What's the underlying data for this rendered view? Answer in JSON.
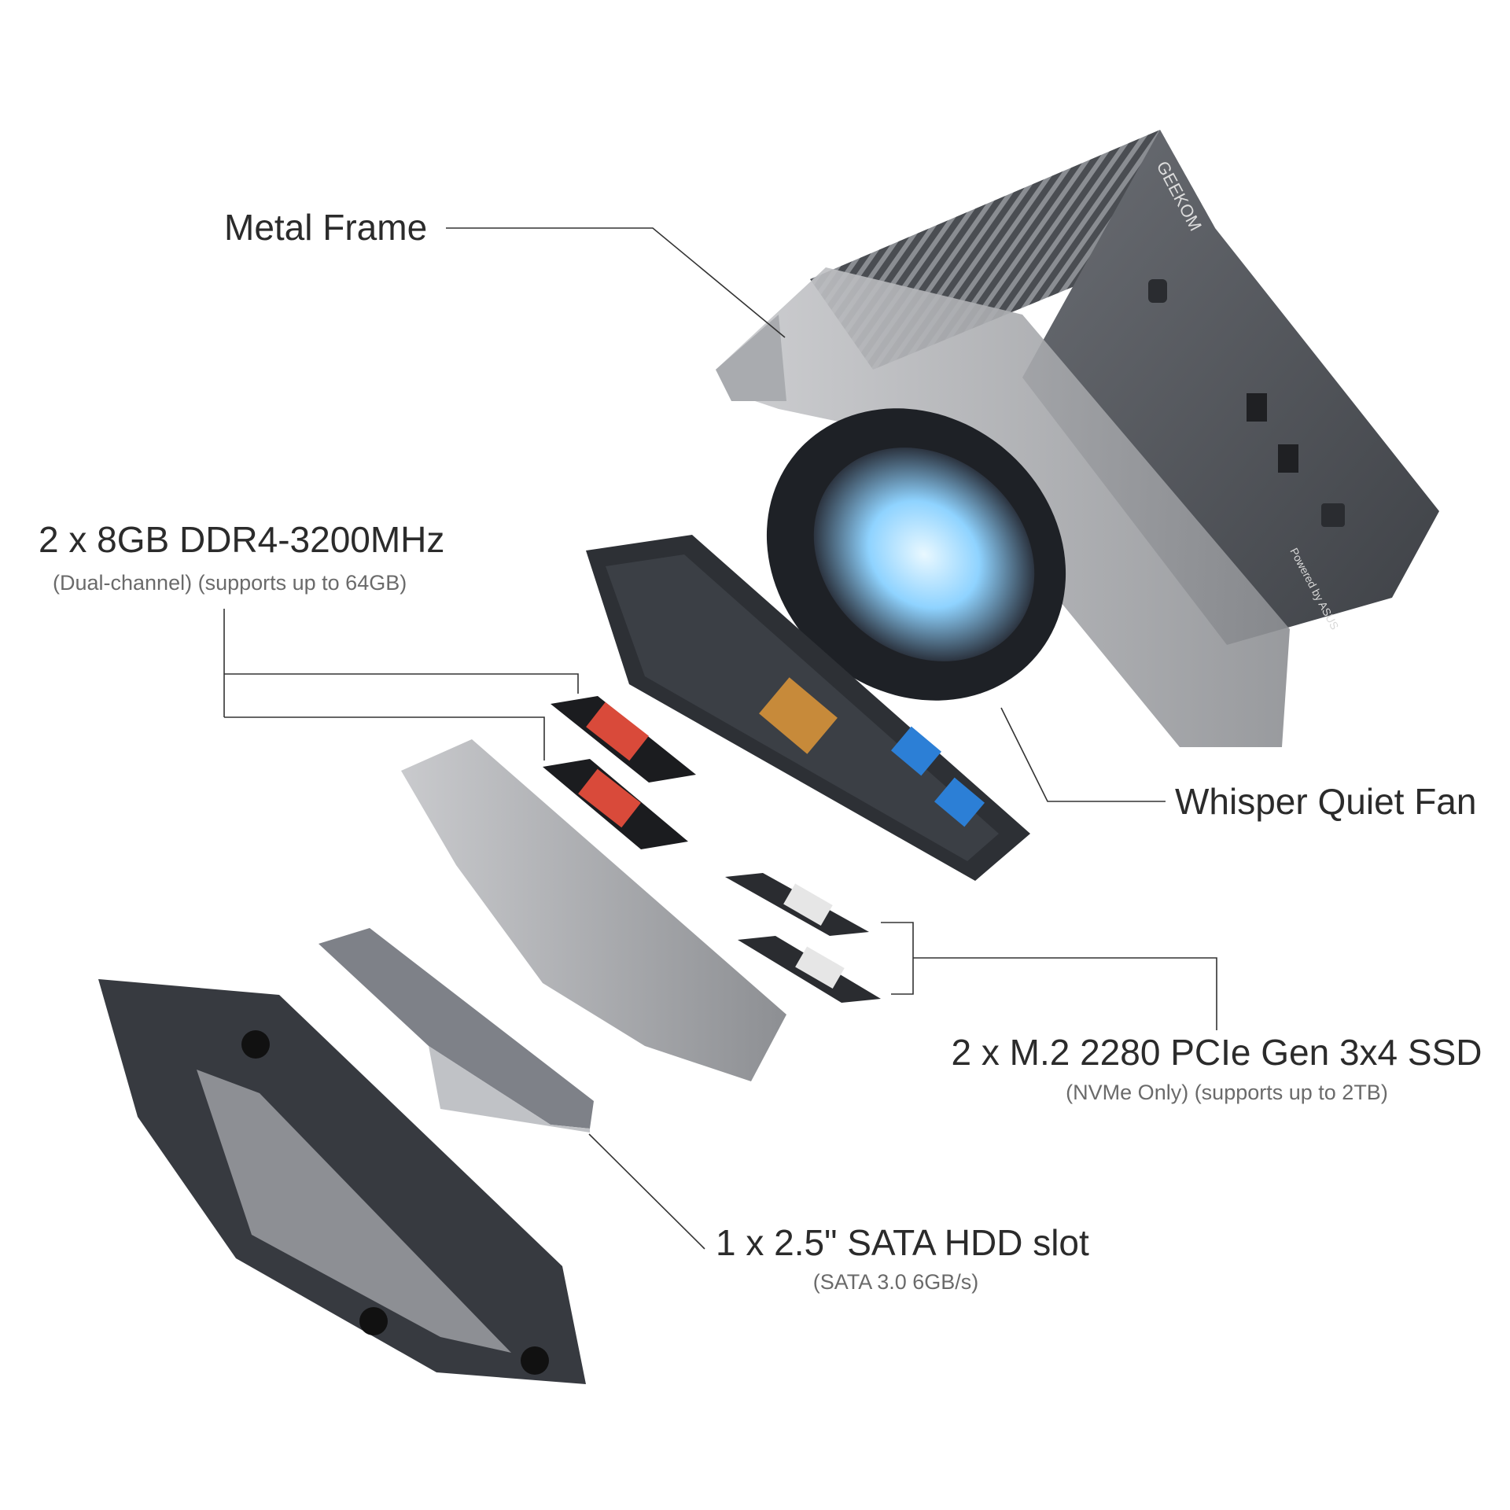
{
  "brand": {
    "logo_text": "GEEKOM",
    "side_text": "Powered by ASUS"
  },
  "callouts": [
    {
      "title": "Metal Frame",
      "subtitle": ""
    },
    {
      "title": "2 x 8GB DDR4-3200MHz",
      "subtitle": "(Dual-channel) (supports up to 64GB)"
    },
    {
      "title": "Whisper Quiet Fan",
      "subtitle": ""
    },
    {
      "title": "2 x M.2 2280 PCIe Gen 3x4 SSD",
      "subtitle": "(NVMe Only) (supports up to 2TB)"
    },
    {
      "title": "1 x 2.5\" SATA HDD slot",
      "subtitle": "(SATA 3.0 6GB/s)"
    }
  ],
  "colors": {
    "text": "#2b2b2b",
    "subtext": "#6a6a6a",
    "leader": "#333333",
    "case": "#5a5d63",
    "fan_glow": "#8fd3ff"
  }
}
